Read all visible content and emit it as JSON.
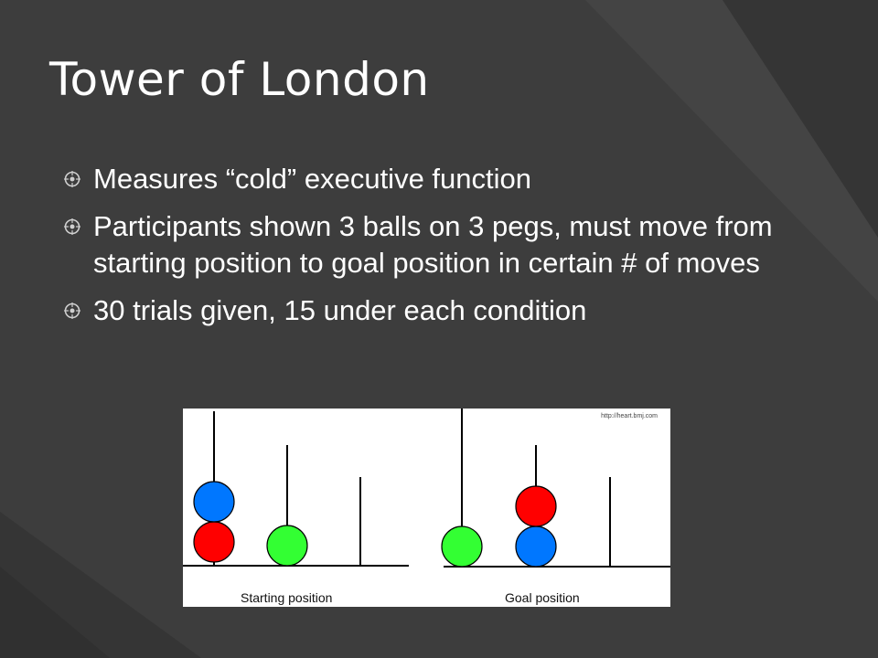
{
  "slide": {
    "title": "Tower of London",
    "bullets": [
      "Measures “cold” executive function",
      "Participants shown 3 balls on 3 pegs, must move from starting position to goal position in certain # of moves",
      " 30 trials given, 15 under each condition"
    ],
    "bullet_icon": "crosshair-circle-icon"
  },
  "figure": {
    "credit": "http://heart.bmj.com",
    "starting_caption": "Starting position",
    "goal_caption": "Goal position",
    "ball_colors": {
      "red": "#ff0000",
      "green": "#33ff33",
      "blue": "#0077ff"
    }
  }
}
